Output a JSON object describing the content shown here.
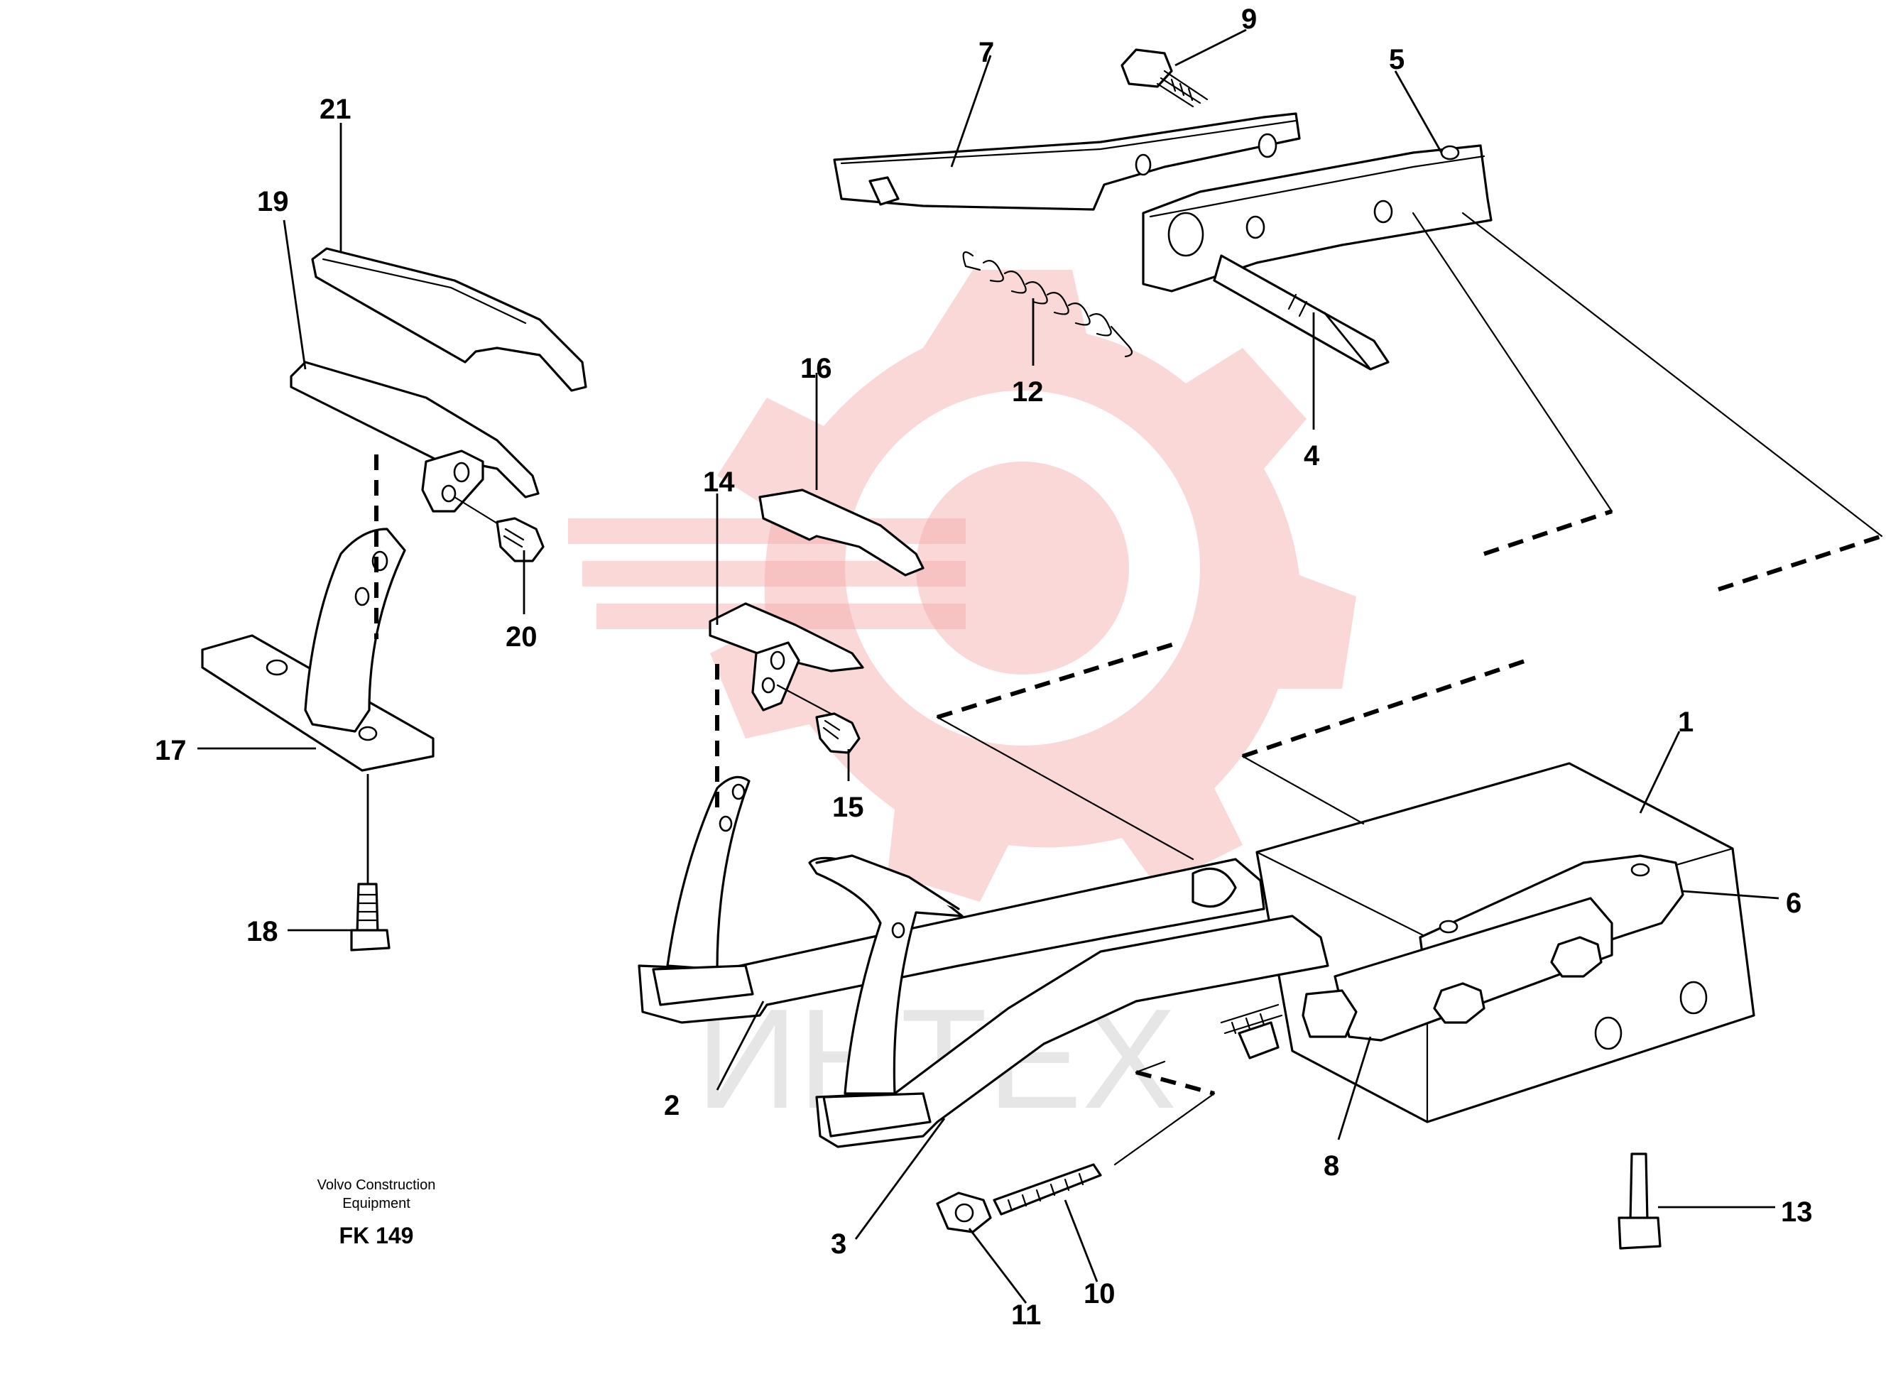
{
  "callouts": [
    {
      "label": "1"
    },
    {
      "label": "2"
    },
    {
      "label": "3"
    },
    {
      "label": "4"
    },
    {
      "label": "5"
    },
    {
      "label": "6"
    },
    {
      "label": "7"
    },
    {
      "label": "8"
    },
    {
      "label": "9"
    },
    {
      "label": "10"
    },
    {
      "label": "11"
    },
    {
      "label": "12"
    },
    {
      "label": "13"
    },
    {
      "label": "14"
    },
    {
      "label": "15"
    },
    {
      "label": "16"
    },
    {
      "label": "17"
    },
    {
      "label": "18"
    },
    {
      "label": "19"
    },
    {
      "label": "20"
    },
    {
      "label": "21"
    }
  ],
  "footer": {
    "line1": "Volvo Construction",
    "line2": "Equipment",
    "code": "FK 149"
  },
  "watermark": {
    "text": "ИНТЕХ",
    "color": "#f4a8a8"
  }
}
